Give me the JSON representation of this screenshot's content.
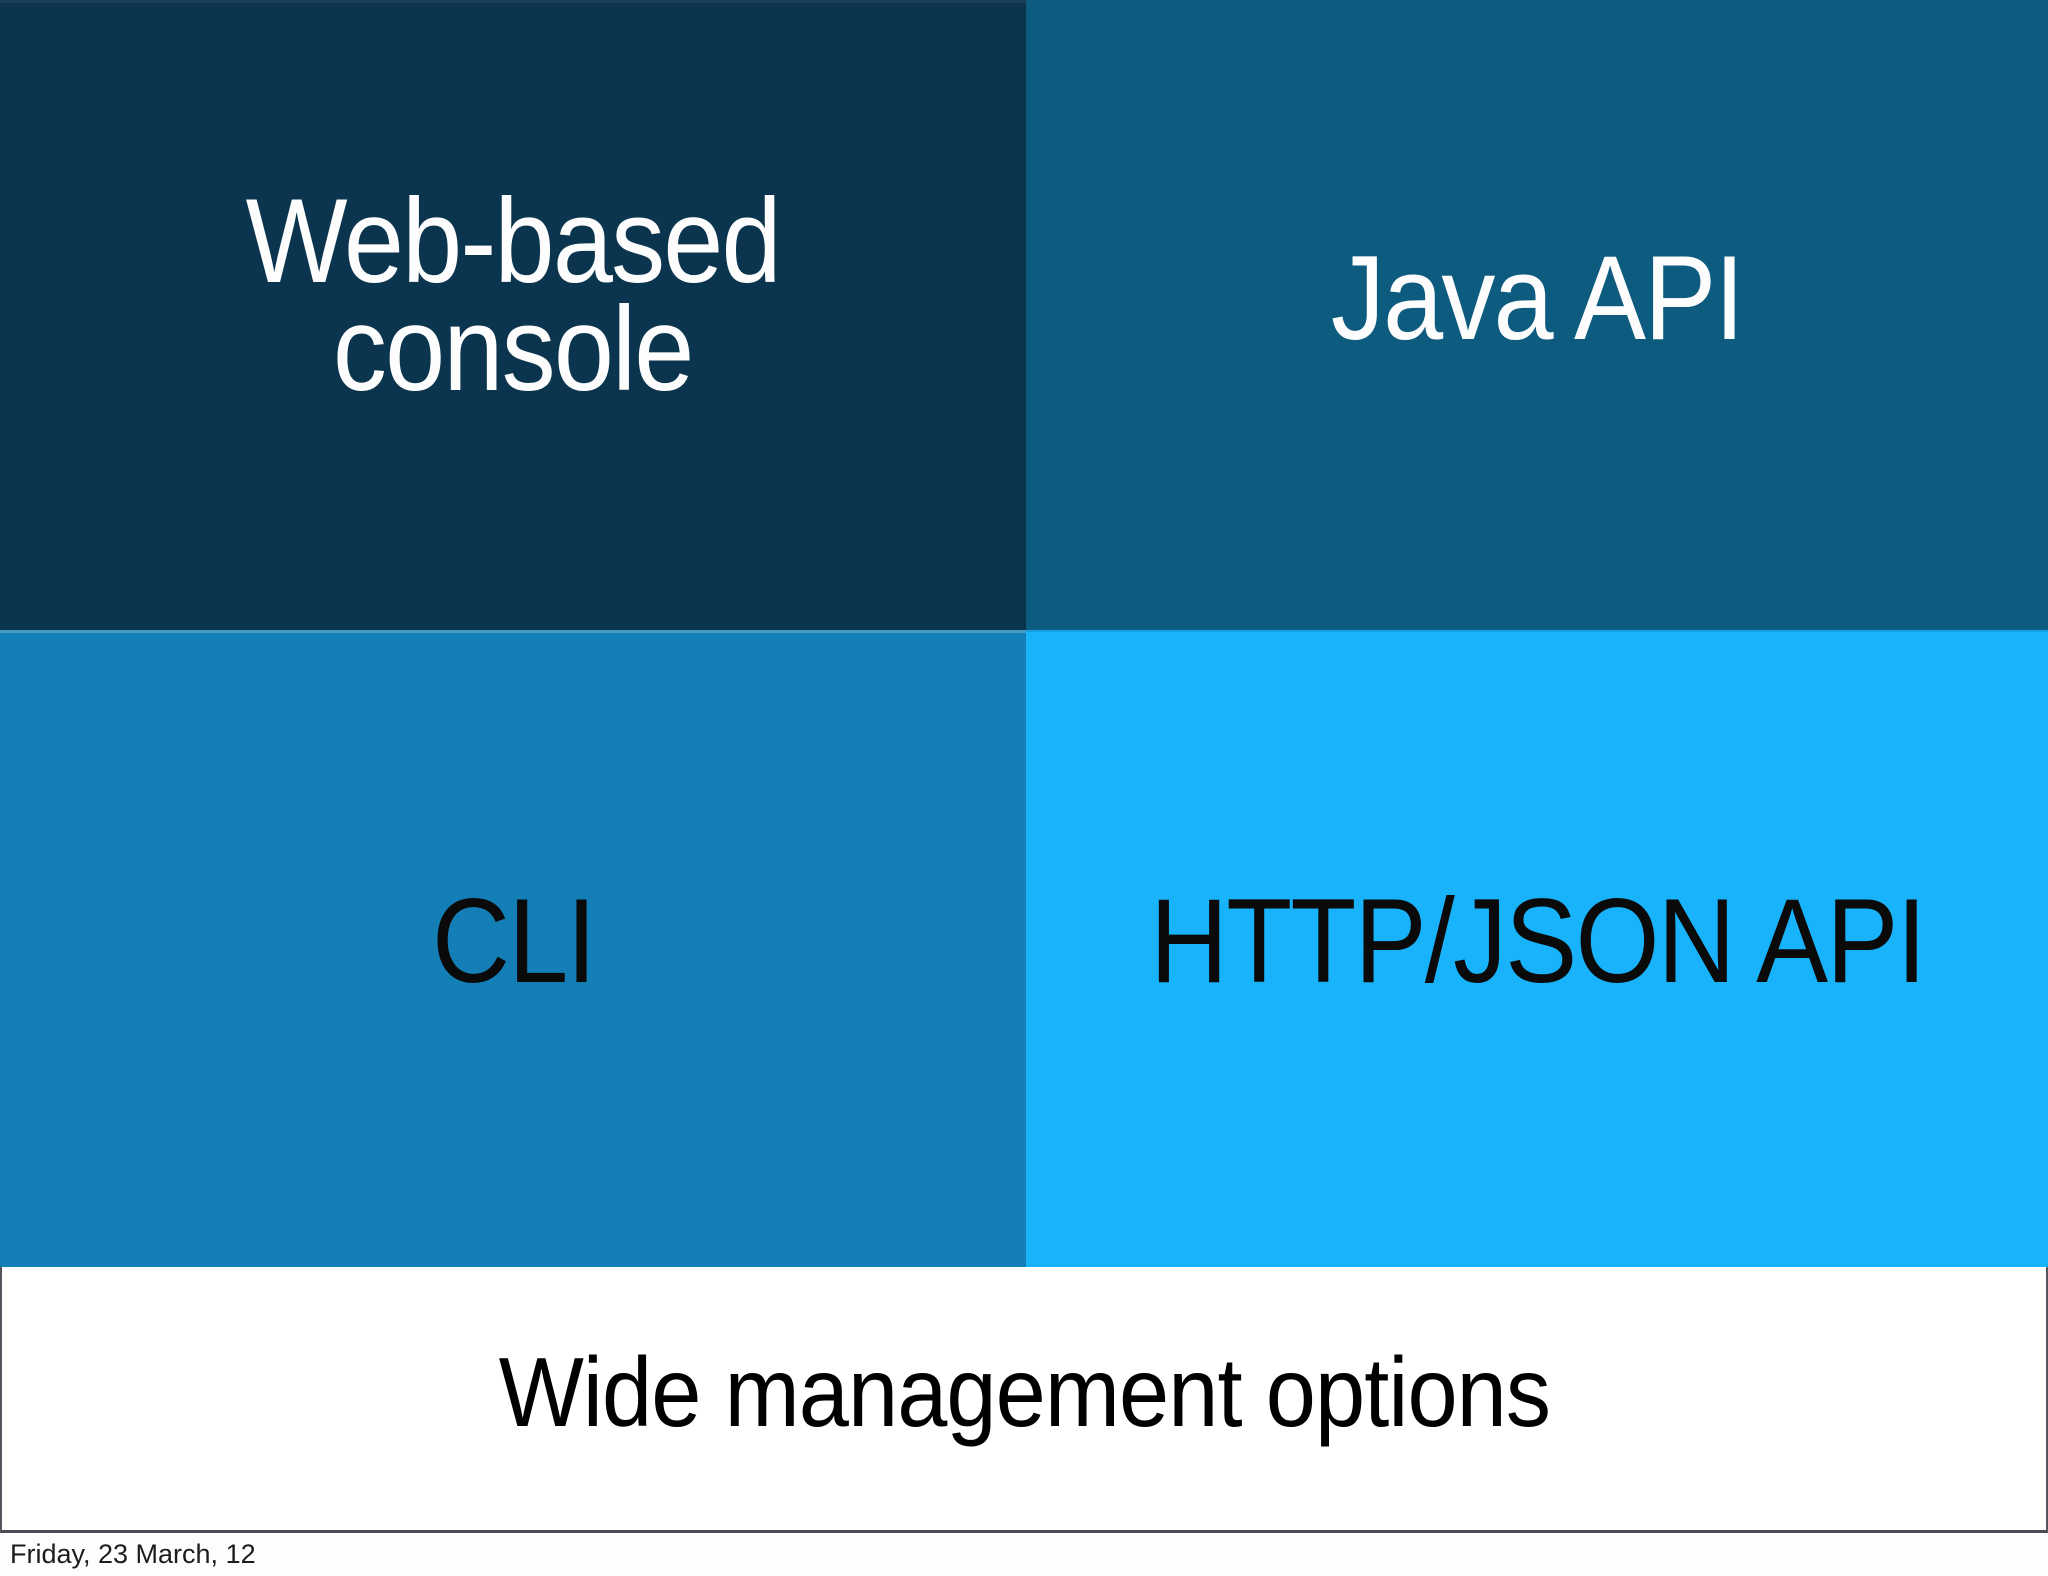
{
  "slide": {
    "quadrants": {
      "web_console": {
        "label": "Web-based\nconsole",
        "bg": "#0b354e",
        "text_color": "#fdfdfd"
      },
      "java_api": {
        "label": "Java API",
        "bg": "#0d5c80",
        "text_color": "#fdfdfd"
      },
      "cli": {
        "label": "CLI",
        "bg": "#137fb6",
        "text_color": "#0a0a0a"
      },
      "http_json_api": {
        "label": "HTTP/JSON API",
        "bg": "#19b3fc",
        "text_color": "#0a0a0a"
      }
    },
    "caption": "Wide management options",
    "colors": {
      "border": "#55555d",
      "rule": "#4c4c54",
      "caption_bg": "#ffffff"
    }
  },
  "footer": {
    "date": "Friday, 23 March, 12"
  }
}
